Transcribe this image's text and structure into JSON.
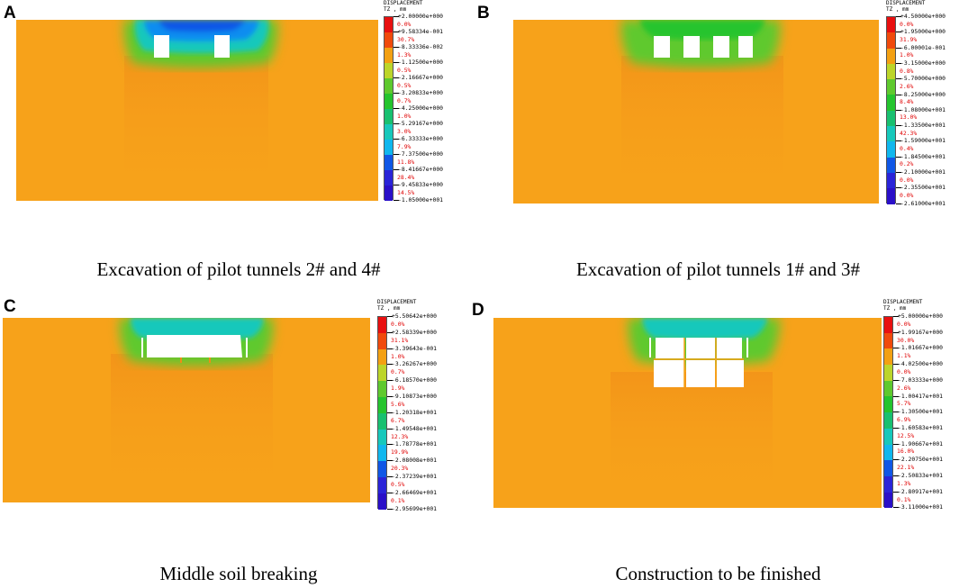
{
  "colors": {
    "orange_background": "#f7a21a",
    "legend_scale": [
      "#e81010",
      "#f04a0c",
      "#f3a012",
      "#f0c21a",
      "#bcd52a",
      "#5fc92e",
      "#25c42e",
      "#19c070",
      "#17c8bb",
      "#10b7ee",
      "#0a8df0",
      "#1057e6",
      "#2a24d8",
      "#2a10c8"
    ]
  },
  "panels": [
    {
      "letter": "A",
      "caption": "Excavation of pilot tunnels 2# and 4#",
      "legend": {
        "title": "DISPLACEMENT",
        "unit": "TZ , mm",
        "values": [
          "+2.00000e+000",
          "+9.58334e-001",
          "-8.33336e-002",
          "-1.12500e+000",
          "-2.16667e+000",
          "-3.20833e+000",
          "-4.25000e+000",
          "-5.29167e+000",
          "-6.33333e+000",
          "-7.37500e+000",
          "-8.41667e+000",
          "-9.45833e+000",
          "-1.05000e+001"
        ],
        "percents": [
          "0.0%",
          "30.7%",
          "1.3%",
          "0.5%",
          "0.5%",
          "0.7%",
          "1.0%",
          "3.0%",
          "7.9%",
          "11.8%",
          "28.4%",
          "14.5%"
        ]
      }
    },
    {
      "letter": "B",
      "caption": "Excavation of pilot tunnels 1# and 3#",
      "legend": {
        "title": "DISPLACEMENT",
        "unit": "TZ , mm",
        "values": [
          "+4.50000e+000",
          "+1.95000e+000",
          "-6.00001e-001",
          "-3.15000e+000",
          "-5.70000e+000",
          "-8.25000e+000",
          "-1.08000e+001",
          "-1.33500e+001",
          "-1.59000e+001",
          "-1.84500e+001",
          "-2.10000e+001",
          "-2.35500e+001",
          "-2.61000e+001"
        ],
        "percents": [
          "0.0%",
          "31.9%",
          "1.0%",
          "0.8%",
          "2.6%",
          "8.4%",
          "13.0%",
          "42.3%",
          "0.4%",
          "0.2%",
          "0.0%",
          "0.0%"
        ]
      }
    },
    {
      "letter": "C",
      "caption": "Middle soil breaking",
      "legend": {
        "title": "DISPLACEMENT",
        "unit": "TZ , mm",
        "values": [
          "+5.50642e+000",
          "+2.58339e+000",
          "-3.39643e-001",
          "-3.26267e+000",
          "-6.18570e+000",
          "-9.10873e+000",
          "-1.20318e+001",
          "-1.49548e+001",
          "-1.78778e+001",
          "-2.08008e+001",
          "-2.37239e+001",
          "-2.66469e+001",
          "-2.95699e+001"
        ],
        "percents": [
          "0.0%",
          "31.1%",
          "1.0%",
          "0.7%",
          "1.9%",
          "5.6%",
          "6.7%",
          "12.3%",
          "19.9%",
          "20.3%",
          "0.5%",
          "0.1%"
        ]
      }
    },
    {
      "letter": "D",
      "caption": "Construction to be finished",
      "legend": {
        "title": "DISPLACEMENT",
        "unit": "TZ , mm",
        "values": [
          "+5.00000e+000",
          "+1.99167e+000",
          "-1.01667e+000",
          "-4.02500e+000",
          "-7.03333e+000",
          "-1.00417e+001",
          "-1.30500e+001",
          "-1.60583e+001",
          "-1.90667e+001",
          "-2.20750e+001",
          "-2.50833e+001",
          "-2.80917e+001",
          "-3.11000e+001"
        ],
        "percents": [
          "0.0%",
          "30.0%",
          "1.1%",
          "0.0%",
          "2.6%",
          "5.7%",
          "6.9%",
          "12.5%",
          "16.0%",
          "22.1%",
          "1.3%",
          "0.1%"
        ]
      }
    }
  ]
}
